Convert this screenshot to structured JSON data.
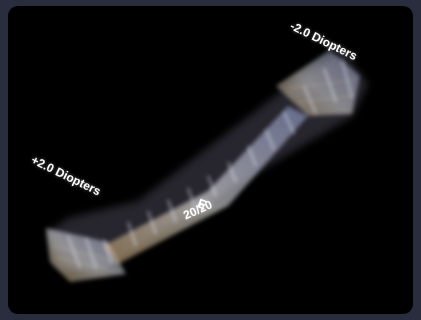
{
  "labels": {
    "minus": "-2.0 Diopters",
    "plus": "+2.0 Diopters",
    "letter": "E",
    "acuity": "20/20"
  },
  "colors": {
    "background": "#2a2d3d",
    "photo_background": "#000000",
    "streak_warm": "#e0b870",
    "streak_cool": "#b8c8ff"
  }
}
